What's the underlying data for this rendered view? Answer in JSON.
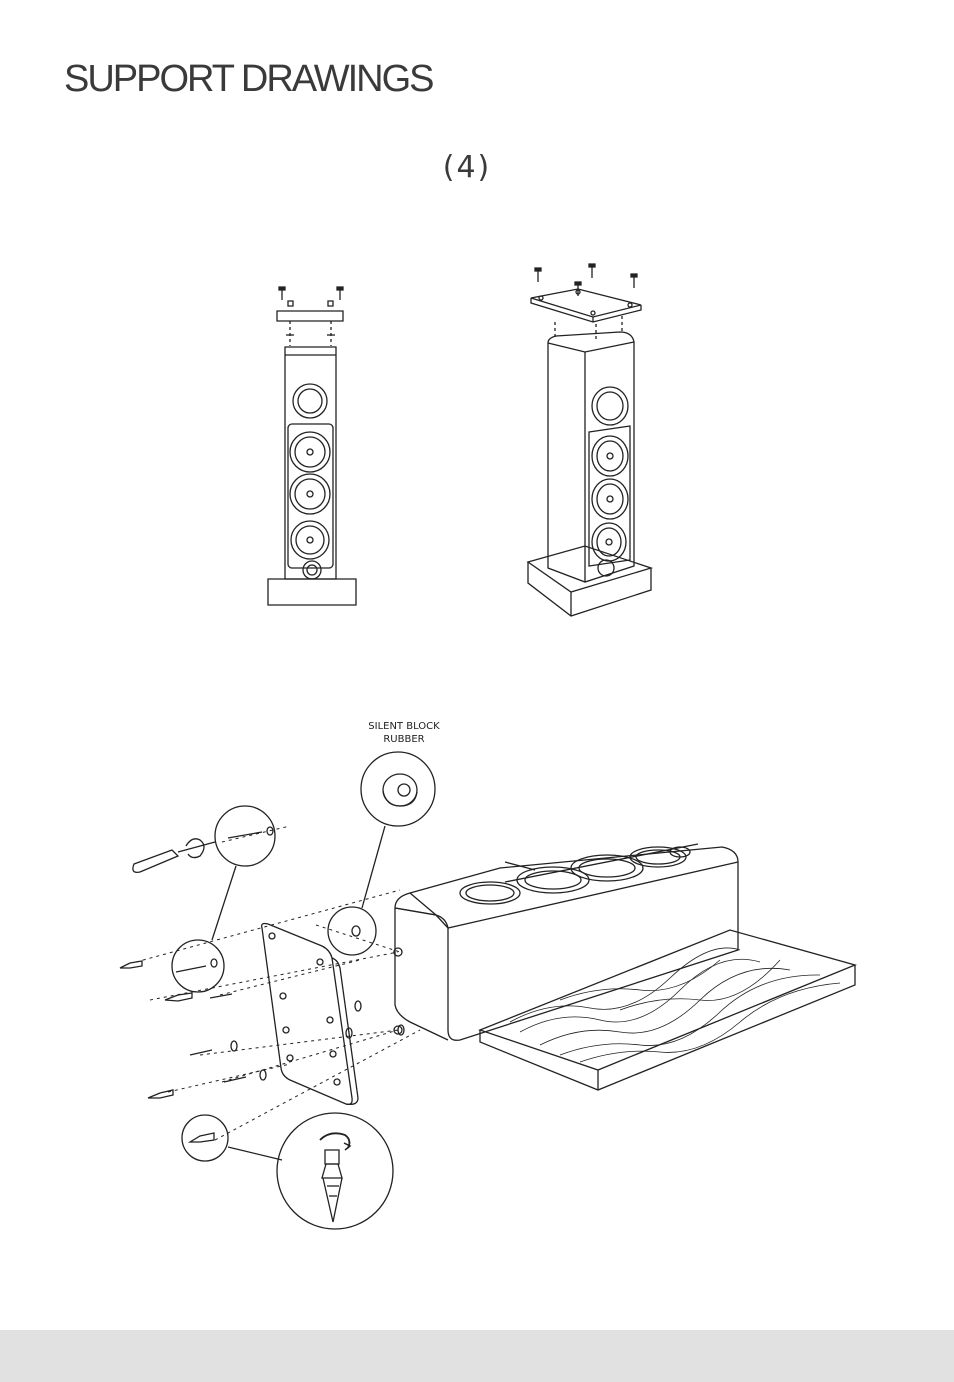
{
  "page": {
    "title": "SUPPORT DRAWINGS",
    "step_number": "(4)"
  },
  "callout": {
    "line1": "SILENT BLOCK",
    "line2": "RUBBER"
  },
  "colors": {
    "line": "#222222",
    "title": "#3a3a3a",
    "footer_band": "#e1e1e1"
  }
}
